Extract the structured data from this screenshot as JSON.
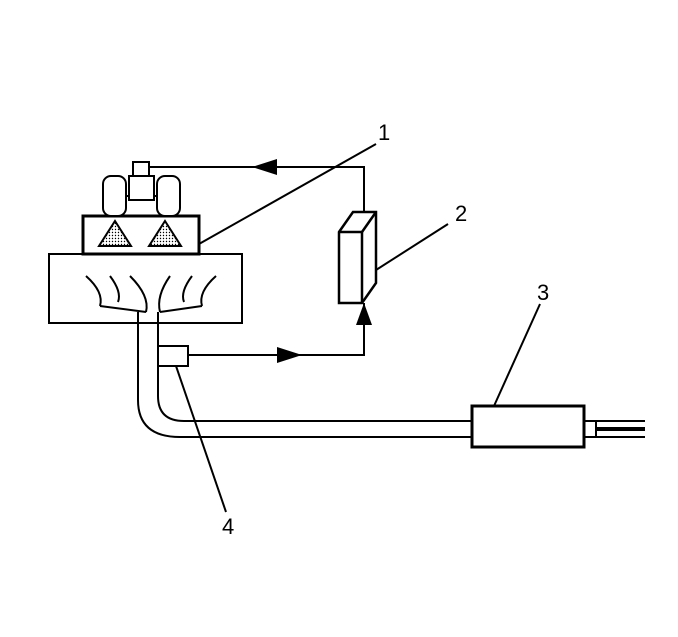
{
  "diagram": {
    "callouts": [
      "1",
      "2",
      "3",
      "4"
    ]
  }
}
